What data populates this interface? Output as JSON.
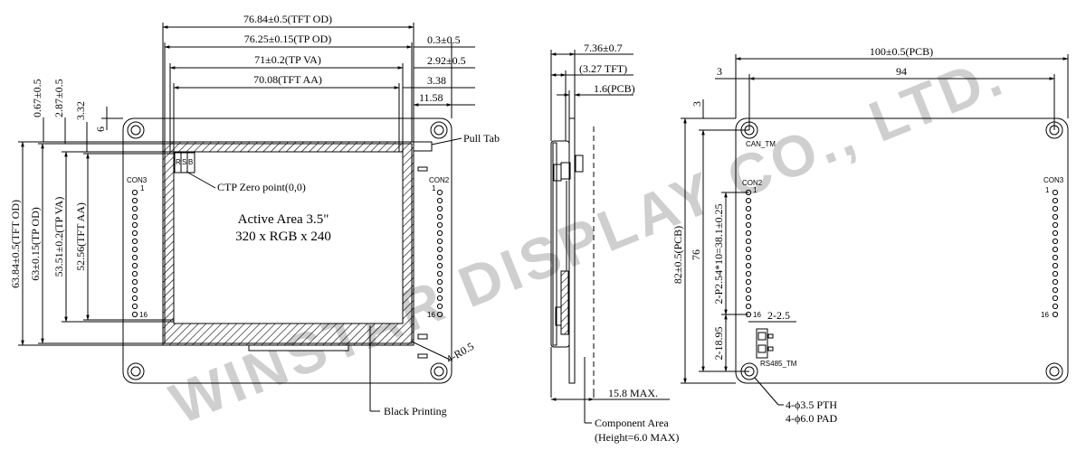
{
  "watermark": "WINSTAR DISPLAY CO., LTD.",
  "front_view": {
    "dims_top": [
      "76.84±0.5(TFT OD)",
      "76.25±0.15(TP OD)",
      "71±0.2(TP VA)",
      "70.08(TFT AA)"
    ],
    "dims_right": [
      "0.3±0.5",
      "2.92±0.5",
      "3.38",
      "11.58"
    ],
    "dims_left_top": [
      "0.67±0.5",
      "2.87±0.5",
      "3.32",
      "6"
    ],
    "dims_left_vertical": [
      "63.84±0.5(TFT OD)",
      "63±0.15(TP OD)",
      "53.51±0.2(TP VA)",
      "52.56(TFT AA)"
    ],
    "pull_tab": "Pull Tab",
    "ctp_zero": "CTP Zero point(0,0)",
    "active_area_line1": "Active Area 3.5\"",
    "active_area_line2": "320 x RGB x 240",
    "radius_note": "4-R0.5",
    "black_printing": "Black Printing",
    "con3": "CON3",
    "con2": "CON2",
    "pin_first": "1",
    "pin_last": "16",
    "corner_labels": [
      "R",
      "S",
      "B"
    ]
  },
  "side_view": {
    "dims": [
      "7.36±0.7",
      "(3.27 TFT)",
      "1.6(PCB)",
      "15.8 MAX."
    ],
    "component_area": "Component Area",
    "component_height": "(Height=6.0 MAX)"
  },
  "back_view": {
    "dims_top": [
      "100±0.5(PCB)",
      "94",
      "3"
    ],
    "dims_left": [
      "3",
      "76",
      "82±0.5(PCB)",
      "2-P2.54*10=38.1±0.25",
      "2-18.95"
    ],
    "dim_2_2_5": "2-2.5",
    "can_tm": "CAN_TM",
    "rs485_tm": "RS485_TM",
    "con2": "CON2",
    "con3": "CON3",
    "pin_first": "1",
    "pin_last": "16",
    "pth": "4-ϕ3.5 PTH",
    "pad": "4-ϕ6.0 PAD"
  }
}
